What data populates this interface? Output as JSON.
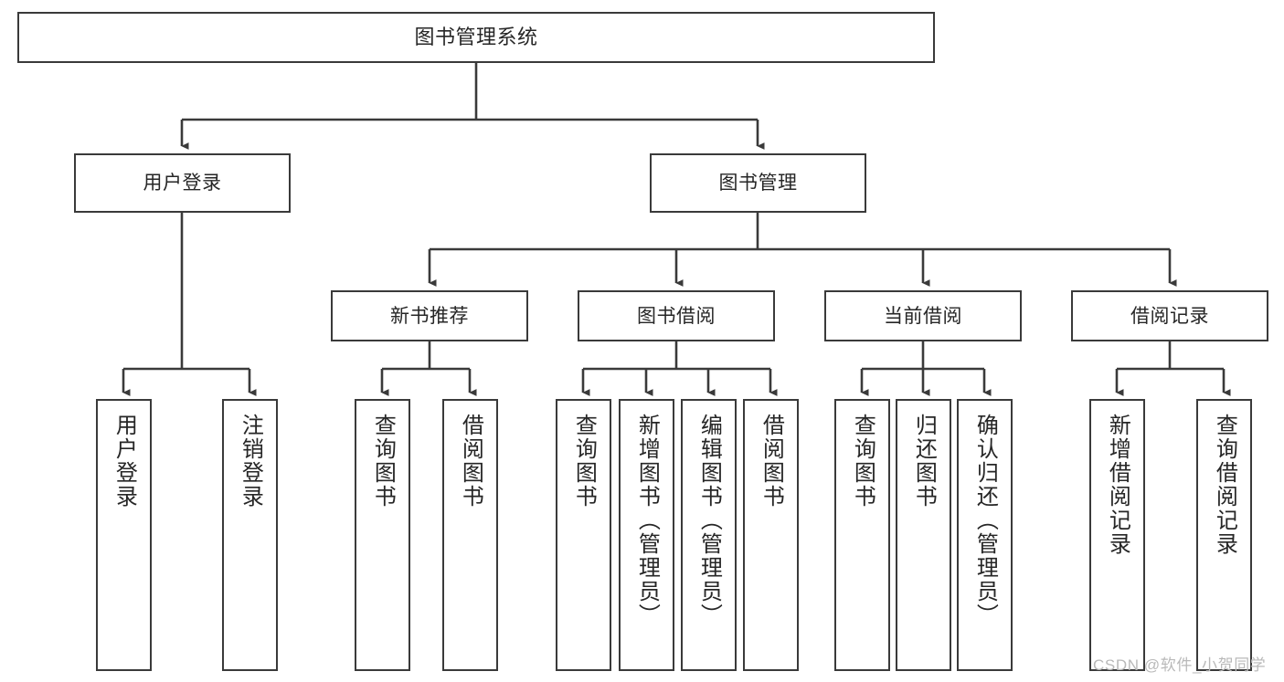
{
  "diagram": {
    "title": "图书管理系统",
    "type": "tree-hierarchy-chart",
    "colors": {
      "stroke": "#3a3a3a",
      "text": "#262626",
      "background": "#ffffff",
      "watermark": "#b9b9b9"
    },
    "nodes": {
      "root": {
        "label": "图书管理系统"
      },
      "level2": [
        {
          "id": "user-login",
          "label": "用户登录"
        },
        {
          "id": "book-manage",
          "label": "图书管理"
        }
      ],
      "level3": [
        {
          "id": "new-book-recommend",
          "label": "新书推荐"
        },
        {
          "id": "book-borrow",
          "label": "图书借阅"
        },
        {
          "id": "current-borrow",
          "label": "当前借阅"
        },
        {
          "id": "borrow-record",
          "label": "借阅记录"
        }
      ],
      "leaves": {
        "user_login": [
          {
            "id": "leaf-user-login",
            "label": "用户登录"
          },
          {
            "id": "leaf-logout-login",
            "label": "注销登录"
          }
        ],
        "new_book_recommend": [
          {
            "id": "leaf-query-book-1",
            "label": "查询图书"
          },
          {
            "id": "leaf-borrow-book-1",
            "label": "借阅图书"
          }
        ],
        "book_borrow": [
          {
            "id": "leaf-query-book-2",
            "label": "查询图书"
          },
          {
            "id": "leaf-add-book",
            "label": "新增图书（管理员）"
          },
          {
            "id": "leaf-edit-book",
            "label": "编辑图书（管理员）"
          },
          {
            "id": "leaf-borrow-book-2",
            "label": "借阅图书"
          }
        ],
        "current_borrow": [
          {
            "id": "leaf-query-book-3",
            "label": "查询图书"
          },
          {
            "id": "leaf-return-book",
            "label": "归还图书"
          },
          {
            "id": "leaf-confirm-return",
            "label": "确认归还（管理员）"
          }
        ],
        "borrow_record": [
          {
            "id": "leaf-add-borrow-record",
            "label": "新增借阅记录"
          },
          {
            "id": "leaf-query-borrow-record",
            "label": "查询借阅记录"
          }
        ]
      }
    },
    "watermark": "CSDN @软件_小贺同学"
  }
}
